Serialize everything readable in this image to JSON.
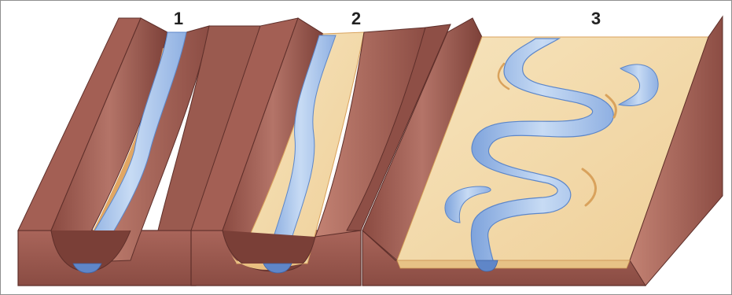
{
  "figure": {
    "stages": [
      {
        "label": "1"
      },
      {
        "label": "2"
      },
      {
        "label": "3"
      }
    ]
  },
  "colors": {
    "rock_face": "#9c5a4f",
    "rock_side": "#83463e",
    "rock_dark": "#5e2f2a",
    "rock_light": "#b8776b",
    "floodplain": "#f3ddb0",
    "floodplain_edge": "#d9a25c",
    "water": "#a7c4ea",
    "water_edge": "#5c86c9",
    "label": "#222222"
  }
}
